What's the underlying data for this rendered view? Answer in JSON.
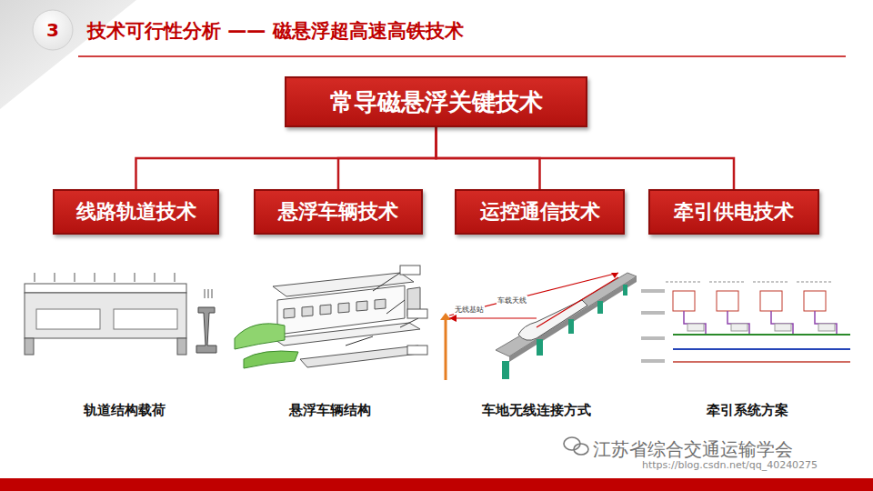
{
  "diagram": {
    "title": "技术可行性分析 —— 磁悬浮超高速高铁技术",
    "nodes": [
      {
        "text": [
          "常导磁悬浮关键技术"
        ]
      },
      {
        "text": [
          "线路轨道技术"
        ]
      },
      {
        "text": [
          "悬浮车辆技术"
        ]
      },
      {
        "text": [
          "运控通信技术"
        ]
      },
      {
        "text": [
          "牵引供电技术"
        ]
      }
    ],
    "edges": [
      {
        "from": 0,
        "to": 1,
        "arrow": "none"
      },
      {
        "from": 0,
        "to": 2,
        "arrow": "none"
      },
      {
        "from": 0,
        "to": 3,
        "arrow": "none"
      },
      {
        "from": 0,
        "to": 4,
        "arrow": "none"
      }
    ],
    "labels": [
      "3",
      "轨道结构载荷",
      "悬浮车辆结构",
      "车地无线连接方式",
      "牵引系统方案",
      "车载天线",
      "无线基站",
      "江苏省综合交通运输学会",
      "https://blog.csdn.net/qq_40240275"
    ]
  }
}
